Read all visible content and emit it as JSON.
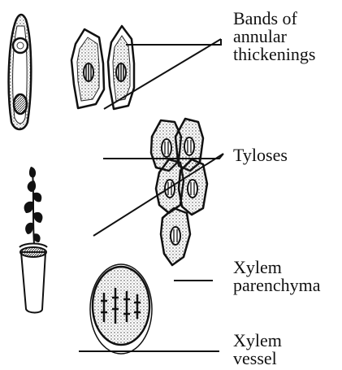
{
  "labels": {
    "bands": [
      "Bands of",
      "annular",
      "thickenings"
    ],
    "tyloses": [
      "Tyloses"
    ],
    "parenchyma": [
      "Xylem",
      "parenchyma"
    ],
    "vessel": [
      "Xylem",
      "vessel"
    ]
  },
  "colors": {
    "ink": "#111111",
    "paper": "#ffffff"
  }
}
